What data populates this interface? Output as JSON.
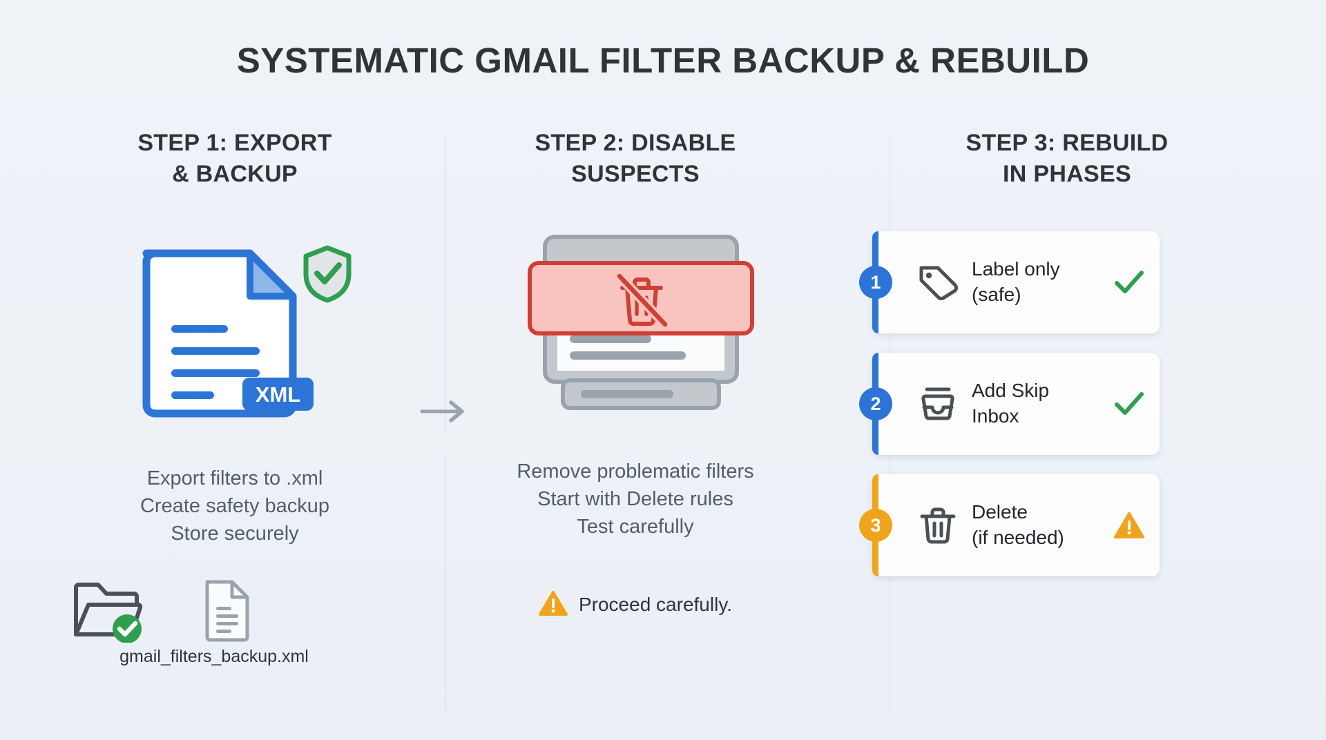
{
  "title": "SYSTEMATIC GMAIL FILTER BACKUP & REBUILD",
  "colors": {
    "background": "#eef2f7",
    "heading": "#2f3437",
    "body_text": "#525d66",
    "blue": "#2c74d6",
    "green": "#2e9e4f",
    "amber": "#efa41c",
    "red": "#cf4034",
    "red_panel_fill": "#f9c4bf",
    "gray_icon": "#8c959e"
  },
  "steps": [
    {
      "heading_line1": "STEP 1: EXPORT",
      "heading_line2": "& BACKUP",
      "icon": "xml-document-icon",
      "badge_label": "XML",
      "shield_icon": "shield-check-icon",
      "lines": [
        "Export filters to .xml",
        "Create safety backup",
        "Store securely"
      ],
      "footer": {
        "folder_icon": "folder-check-icon",
        "file_icon": "file-icon",
        "filename": "gmail_filters_backup.xml"
      }
    },
    {
      "heading_line1": "STEP 2: DISABLE",
      "heading_line2": "SUSPECTS",
      "icon": "no-delete-card-icon",
      "lines": [
        "Remove problematic filters",
        "Start with Delete rules",
        "Test carefully"
      ],
      "warning": {
        "icon": "warning-triangle-icon",
        "text": "Proceed carefully."
      }
    },
    {
      "heading_line1": "STEP 3: REBUILD",
      "heading_line2": "IN PHASES",
      "cards": [
        {
          "number": "1",
          "icon": "tag-icon",
          "label_line1": "Label only",
          "label_line2": "(safe)",
          "status": "check",
          "accent": "#2c74d6"
        },
        {
          "number": "2",
          "icon": "inbox-tray-icon",
          "label_line1": "Add Skip",
          "label_line2": "Inbox",
          "status": "check",
          "accent": "#2c74d6"
        },
        {
          "number": "3",
          "icon": "trash-icon",
          "label_line1": "Delete",
          "label_line2": "(if needed)",
          "status": "warning",
          "accent": "#efa41c"
        }
      ]
    }
  ],
  "connectors": {
    "arrow1": "arrow-right-icon",
    "arrow2": "arrow-right-icon"
  }
}
